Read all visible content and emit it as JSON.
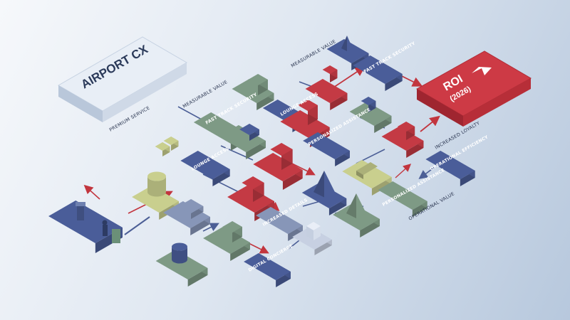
{
  "title": "AIRPORT CX",
  "roi": {
    "line1": "ROI",
    "line2": "(2026)"
  },
  "nodes": {
    "fast_track_security_top": "FAST TRACK SECURITY",
    "fast_track_security_left": "FAST TRACK SECURITY",
    "lounge_access_top": "LOUNGE ACCESS",
    "lounge_access_left": "LOUNGE ACCESS",
    "personalized_assistance_top": "PERSONALIZED ASSISTANCE",
    "personalized_assistance_right": "PERSONALIZED ASSISTANCE",
    "operational_efficiency": "OPERATIONAL EFFICIENCY",
    "increased_details": "INCREASED DETAILS",
    "digital_concierge": "DIGITAL CONCIERGE"
  },
  "annotations": {
    "premium_service": "PREMIUM SERVICE",
    "measurable_value_left": "MEASURABLE VALUE",
    "measurable_value_top": "MEASURABLE VALUE",
    "increased_loyalty": "INCREASED LOYALTY",
    "operational_value": "OPERATIONAL VALUE"
  },
  "colors": {
    "navy": "#4a5d99",
    "green": "#7e9a85",
    "red": "#c43a44",
    "yellow": "#c9cf8e",
    "slate": "#8796b8",
    "arrow_red": "#c2353e",
    "arrow_blue": "#4c5f96"
  }
}
